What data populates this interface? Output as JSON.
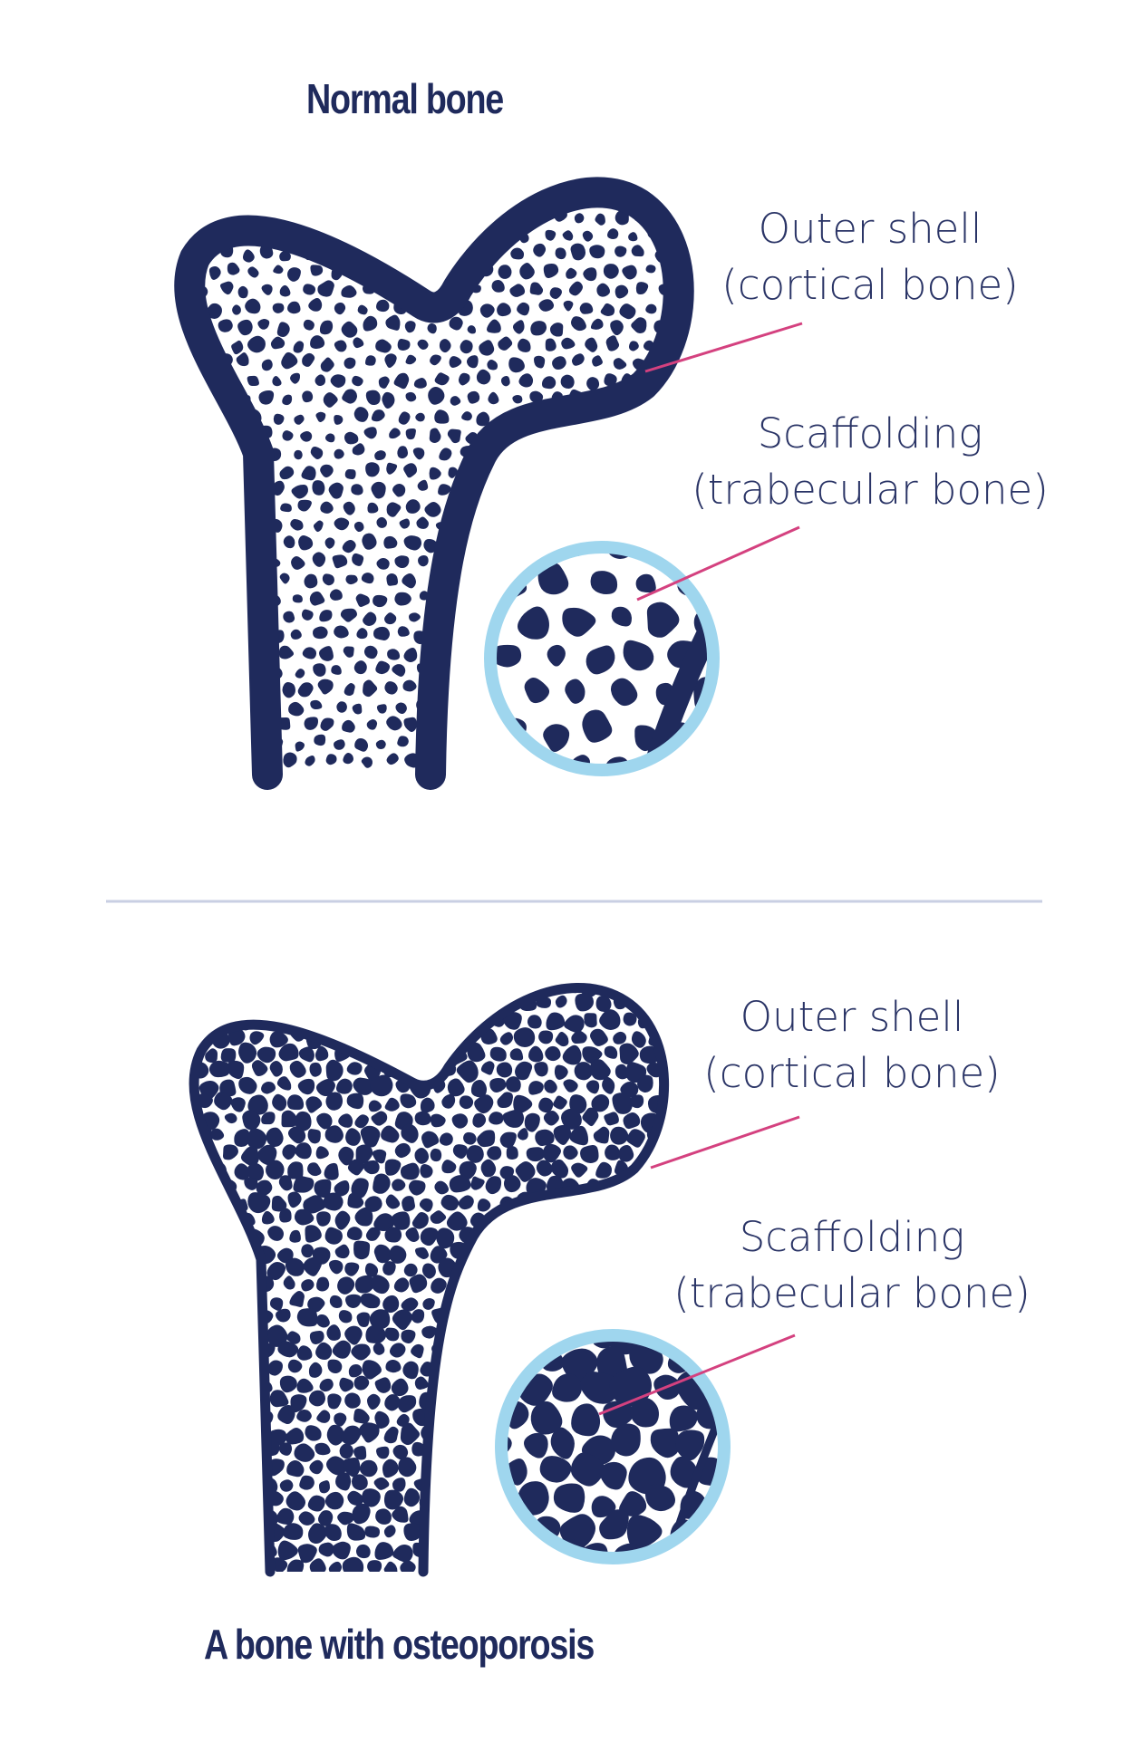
{
  "colors": {
    "bone": "#1f2a5c",
    "lens_ring": "#9fd6ee",
    "leader": "#d4417f",
    "divider": "#c9cfe3",
    "text": "#2a3466"
  },
  "normal": {
    "title": "Normal bone",
    "outer_label_line1": "Outer shell",
    "outer_label_line2": "(cortical bone)",
    "scaffold_label_line1": "Scaffolding",
    "scaffold_label_line2": "(trabecular bone)"
  },
  "osteoporosis": {
    "title": "A bone with osteoporosis",
    "outer_label_line1": "Outer shell",
    "outer_label_line2": "(cortical bone)",
    "scaffold_label_line1": "Scaffolding",
    "scaffold_label_line2": "(trabecular bone)"
  }
}
